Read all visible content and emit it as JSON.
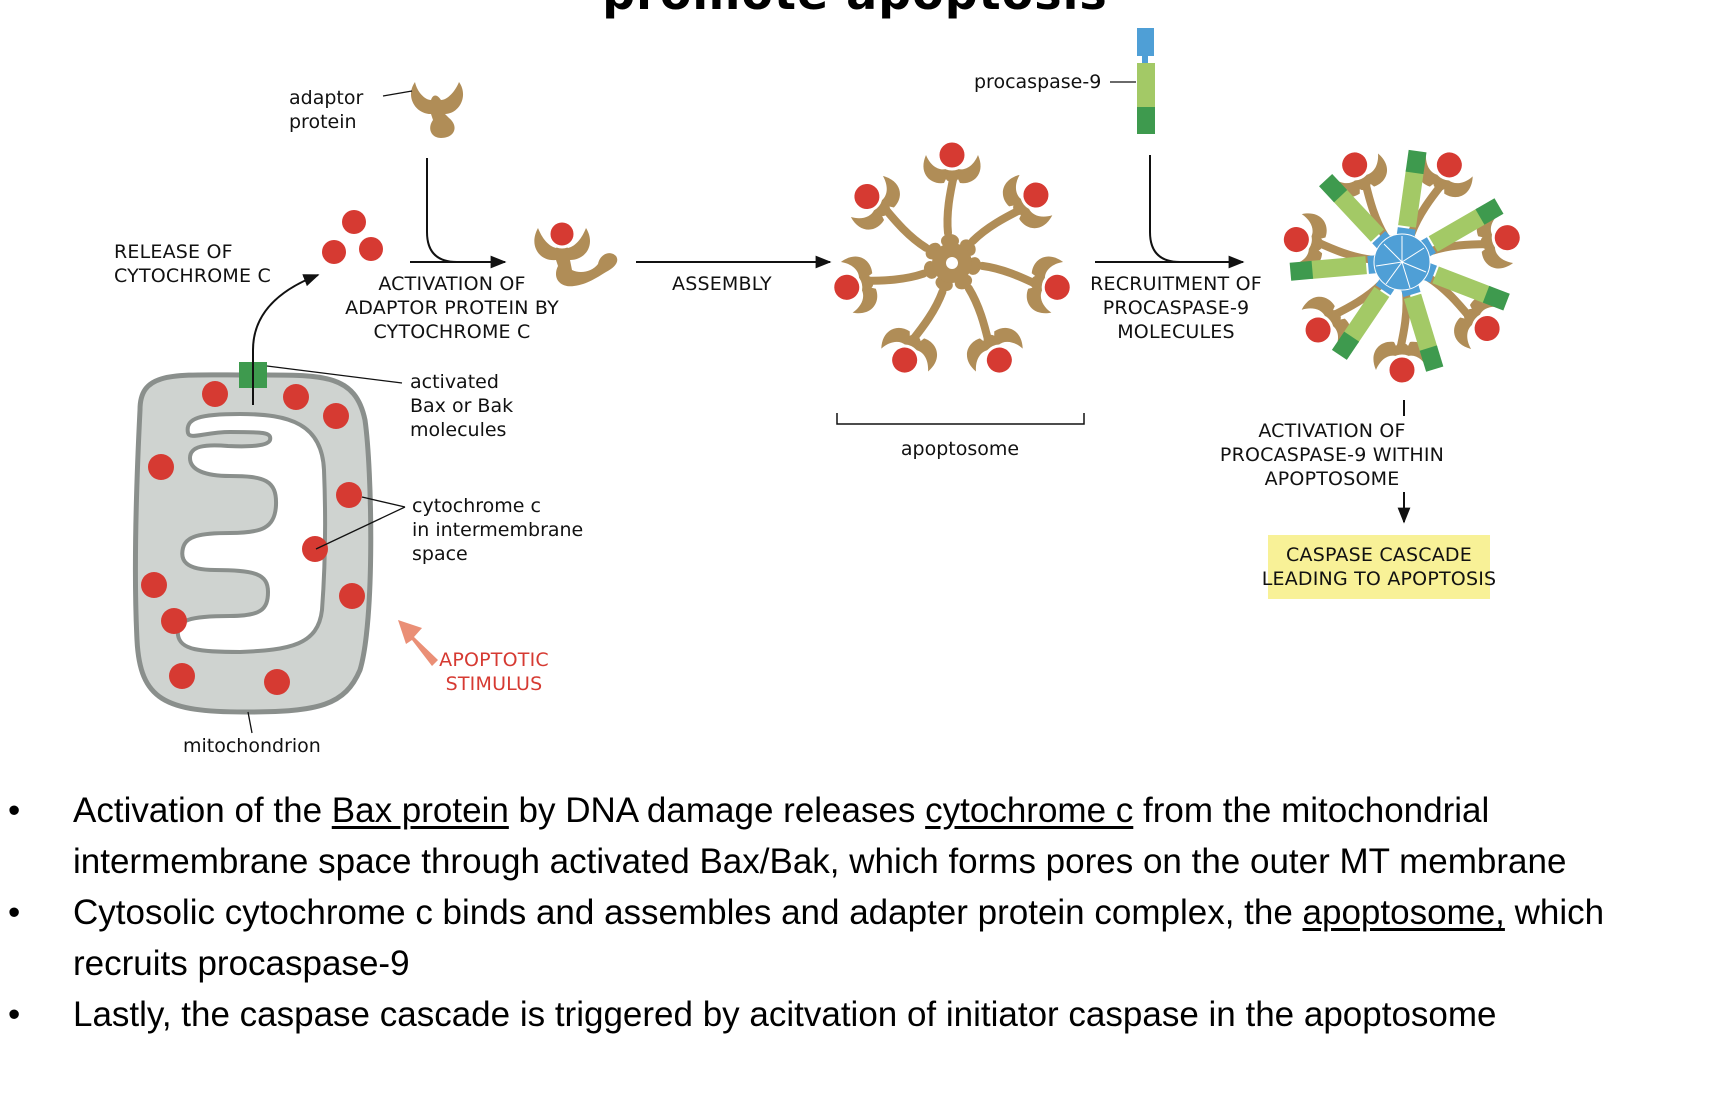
{
  "title": "promote apoptosis",
  "diagram": {
    "labels": {
      "adaptor_protein": [
        "adaptor",
        "protein"
      ],
      "release_cytochrome": [
        "RELEASE OF",
        "CYTOCHROME C"
      ],
      "activation_adaptor": [
        "ACTIVATION OF",
        "ADAPTOR PROTEIN BY",
        "CYTOCHROME C"
      ],
      "assembly": "ASSEMBLY",
      "procaspase9": "procaspase-9",
      "recruitment": [
        "RECRUITMENT OF",
        "PROCASPASE-9",
        "MOLECULES"
      ],
      "apoptosome": "apoptosome",
      "activated_bax": [
        "activated",
        "Bax or Bak",
        "molecules"
      ],
      "cytochrome_space": [
        "cytochrome c",
        "in intermembrane",
        "space"
      ],
      "apoptotic_stimulus": [
        "APOPTOTIC",
        "STIMULUS"
      ],
      "mitochondrion": "mitochondrion",
      "activation_procaspase": [
        "ACTIVATION OF",
        "PROCASPASE-9 WITHIN",
        "APOPTOSOME"
      ],
      "caspase_cascade": [
        "CASPASE CASCADE",
        "LEADING TO APOPTOSIS"
      ]
    },
    "colors": {
      "adaptor": "#b08d57",
      "cytochrome": "#d63a32",
      "mito_fill": "#cfd3d0",
      "mito_stroke": "#8a8f8c",
      "bax": "#3e9a4e",
      "caspase_light": "#a3c966",
      "caspase_dark": "#3e9a4e",
      "caspase_blue": "#4f9fd6",
      "stimulus": "#ea8f76",
      "cascade_box": "#f8f197"
    }
  },
  "bullets": [
    {
      "parts": [
        {
          "text": "Activation of the ",
          "u": false
        },
        {
          "text": "Bax protein",
          "u": true
        },
        {
          "text": " by DNA damage releases ",
          "u": false
        },
        {
          "text": "cytochrome c",
          "u": true
        },
        {
          "text": " from the mitochondrial intermembrane space through activated Bax/Bak, which forms pores on the outer MT membrane",
          "u": false
        }
      ]
    },
    {
      "parts": [
        {
          "text": "Cytosolic cytochrome c binds and assembles and adapter protein complex, the ",
          "u": false
        },
        {
          "text": "apoptosome,",
          "u": true
        },
        {
          "text": " which recruits procaspase-9",
          "u": false
        }
      ]
    },
    {
      "parts": [
        {
          "text": "Lastly, the caspase cascade is triggered by acitvation of initiator caspase in the apoptosome",
          "u": false
        }
      ]
    }
  ],
  "bullet_symbol": "•"
}
